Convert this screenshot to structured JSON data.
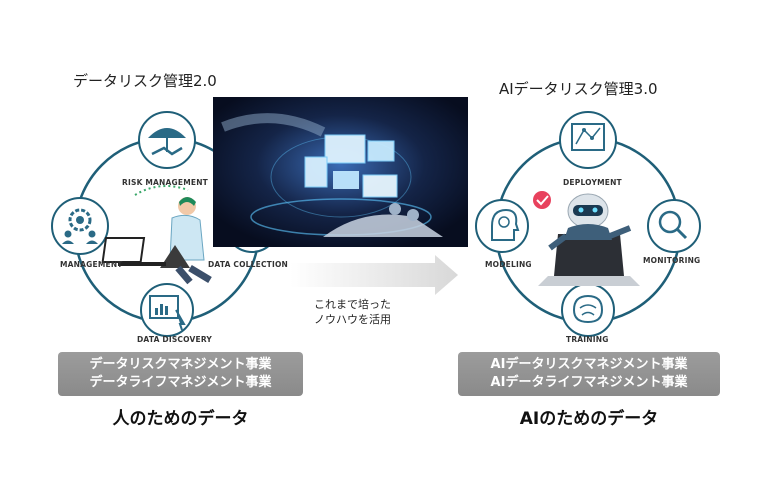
{
  "left": {
    "title": "データリスク管理2.0",
    "nodes": {
      "risk": "RISK MANAGEMENT",
      "management": "MANAGEMENT",
      "collection": "DATA COLLECTION",
      "discovery": "DATA DISCOVERY"
    },
    "banner_lines": [
      "データリスクマネジメント事業",
      "データライフマネジメント事業"
    ],
    "caption": "人のためのデータ"
  },
  "middle": {
    "note_lines": [
      "これまで培った",
      "ノウハウを活用"
    ]
  },
  "right": {
    "title": "AIデータリスク管理3.0",
    "nodes": {
      "deployment": "DEPLOYMENT",
      "modeling": "MODELING",
      "monitoring": "MONITORING",
      "training": "TRAINING"
    },
    "banner_lines": [
      "AIデータリスクマネジメント事業",
      "AIデータライフマネジメント事業"
    ],
    "caption": "AIのためのデータ"
  },
  "colors": {
    "ring": "#1f5f78",
    "icon": "#2a6a86",
    "banner": "#909090",
    "check": "#e8415d",
    "photo_bg": "#0b1530"
  }
}
